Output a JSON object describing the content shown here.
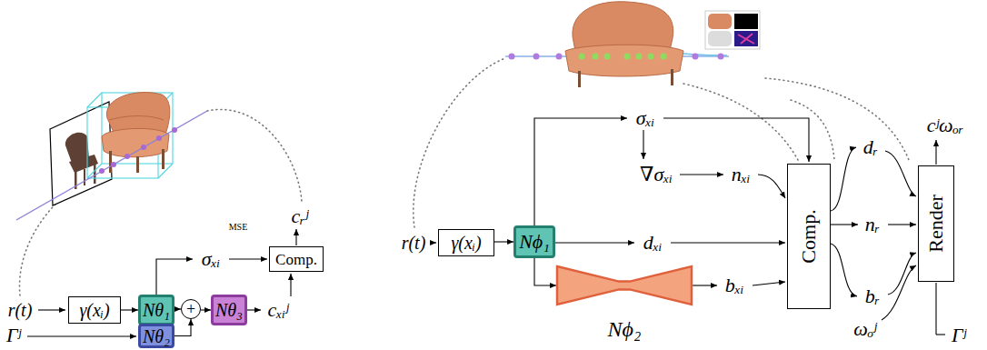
{
  "diagram": {
    "nodes": [
      {
        "text": [
          "γ(xᵢ)"
        ]
      },
      {
        "text": [
          "Nθ₁"
        ]
      },
      {
        "text": [
          "+"
        ]
      },
      {
        "text": [
          "Nθ₃"
        ]
      },
      {
        "text": [
          "Nθ₂"
        ]
      },
      {
        "text": [
          "Comp."
        ]
      },
      {
        "text": [
          "γ(xᵢ)"
        ]
      },
      {
        "text": [
          "Nϕ₁"
        ]
      },
      {
        "text": [
          "Nϕ₂"
        ]
      },
      {
        "text": [
          "Comp."
        ]
      },
      {
        "text": [
          "Render"
        ]
      }
    ],
    "edges": [
      {
        "from": 0,
        "to": 1,
        "arrow": "to"
      },
      {
        "from": 1,
        "to": 2,
        "arrow": "to"
      },
      {
        "from": 4,
        "to": 2,
        "arrow": "to"
      },
      {
        "from": 2,
        "to": 3,
        "arrow": "to"
      },
      {
        "from": 6,
        "to": 7,
        "arrow": "to"
      },
      {
        "from": 7,
        "to": 8,
        "arrow": "to"
      }
    ],
    "labels": [
      "r(t)",
      "σₓᵢ",
      "cₓᵢʲ",
      "MSE",
      "cᵣʲ",
      "Γʲ",
      "r(t)",
      "σₓᵢ",
      "∇σₓᵢ",
      "nₓᵢ",
      "dₓᵢ",
      "bₓᵢ",
      "dᵣ",
      "nᵣ",
      "bᵣ",
      "cʲωₒᵣ",
      "ωₒʲ",
      "Γʲ"
    ]
  }
}
